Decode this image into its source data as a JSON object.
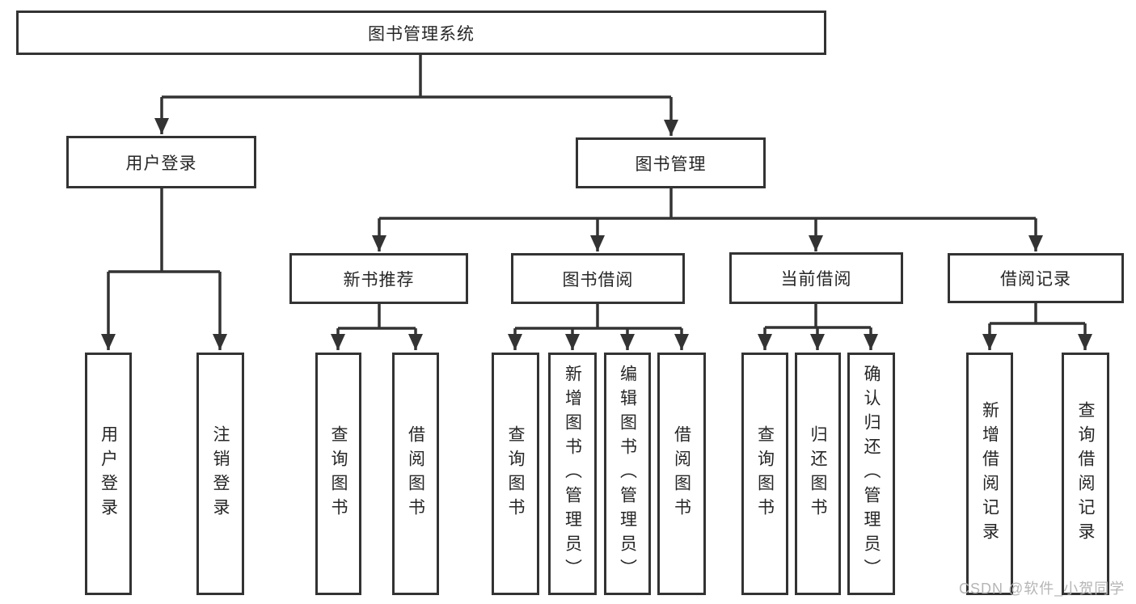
{
  "diagram_type": "hierarchy-tree",
  "nodes": {
    "root": "图书管理系统",
    "user_login": "用户登录",
    "book_mgmt": "图书管理",
    "new_book_rec": "新书推荐",
    "book_borrow": "图书借阅",
    "current_borrow": "当前借阅",
    "borrow_records": "借阅记录"
  },
  "leaves": {
    "user_login_leaf": "用户登录",
    "logout": "注销登录",
    "nbr_query_books": "查询图书",
    "nbr_borrow_books": "借阅图书",
    "bb_query_books": "查询图书",
    "bb_add_books": "新增图书（管理员）",
    "bb_edit_books": "编辑图书（管理员）",
    "bb_borrow_books": "借阅图书",
    "cb_query_books": "查询图书",
    "cb_return_books": "归还图书",
    "cb_confirm_return": "确认归还（管理员）",
    "br_add_record": "新增借阅记录",
    "br_query_record": "查询借阅记录"
  },
  "structure": {
    "root_children": [
      "user_login",
      "book_mgmt"
    ],
    "user_login_children": [
      "user_login_leaf",
      "logout"
    ],
    "book_mgmt_children": [
      "new_book_rec",
      "book_borrow",
      "current_borrow",
      "borrow_records"
    ],
    "new_book_rec_children": [
      "nbr_query_books",
      "nbr_borrow_books"
    ],
    "book_borrow_children": [
      "bb_query_books",
      "bb_add_books",
      "bb_edit_books",
      "bb_borrow_books"
    ],
    "current_borrow_children": [
      "cb_query_books",
      "cb_return_books",
      "cb_confirm_return"
    ],
    "borrow_records_children": [
      "br_add_record",
      "br_query_record"
    ]
  },
  "watermark": "CSDN @软件_小贺同学",
  "colors": {
    "line": "#333333",
    "text": "#262626",
    "box_bg": "#ffffff",
    "page_bg": "#ffffff",
    "watermark": "#b5b5b5"
  }
}
